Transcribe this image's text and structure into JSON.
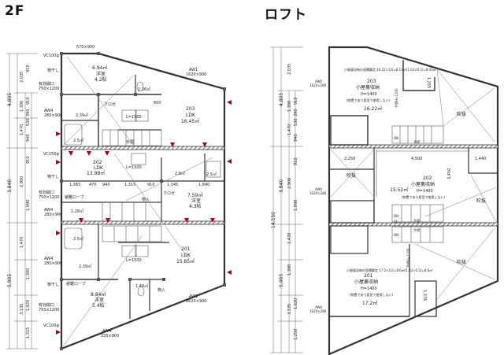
{
  "titles": {
    "floor2": "2F",
    "loft": "ロフト"
  },
  "colors": {
    "wall": "#333333",
    "marker": "#a0003c"
  },
  "floor2": {
    "units": [
      {
        "no": "203",
        "type": "LDK",
        "area": "16.45㎡"
      },
      {
        "no": "202",
        "type": "LDK",
        "area": "13.98㎡"
      },
      {
        "no": "201",
        "type": "LDK",
        "area": "15.85㎡"
      }
    ],
    "rooms": {
      "r203_western": {
        "area": "6.94㎡",
        "name": "洋室",
        "size": "4.2帖"
      },
      "r202_western": {
        "area": "7.59㎡",
        "name": "洋室",
        "size": "4.3帖"
      },
      "r201_western": {
        "area": "8.84㎡",
        "name": "洋室",
        "size": "5.4帖"
      },
      "toilet203": "1.26㎡",
      "toilet201": "1.40㎡",
      "wash203": "2.39㎡",
      "bath203": "2.5㎡",
      "wash202": "2.8㎡",
      "bath202": "1.28㎡",
      "wash201": "2.39㎡",
      "bath201": "2.5㎡",
      "ut202": "2.5㎡"
    },
    "labels": {
      "dryer": "物干し",
      "opening": "有効開口",
      "opening_size": "750×1200",
      "escape_rope": "避難ローブ",
      "closet": "物入",
      "kitchen": "L=1500",
      "handrail": "手摺",
      "closet2": "クロゼ",
      "vc100": "VC100φ",
      "vc150": "VC150φ",
      "aw4": "AW4",
      "aw4_size": "280×900",
      "aw1": "AW1",
      "aw1_size": "1620×900",
      "aw4b_size": "335×900",
      "top_dim": "570×900",
      "dim_600": "600"
    },
    "mid_dims": [
      "1,365",
      "475",
      "940",
      "1,315",
      "910",
      "1,345",
      "1,840"
    ],
    "left_dims_outer": [
      "4,805",
      "3,840",
      "5,905"
    ],
    "left_dims_mid": [
      "2,035",
      "1,300",
      "1,470",
      "910",
      "2,900",
      "1,470",
      "1,300",
      "1,620",
      "1,315",
      "3,135"
    ],
    "left_dims_inner": [
      "910",
      "390",
      "530",
      "940",
      "910",
      "1,990",
      "940",
      "390",
      "910"
    ]
  },
  "loft": {
    "units": [
      {
        "no": "203",
        "name": "小屋裏収納",
        "height": "H=1400",
        "note": "(物置であり居室で使用しない)",
        "area": "16.22㎡",
        "calc": "小屋裏収納の面積算定 16.22×1/2=8.11㎡(1.62×0.2)=8.45㎡"
      },
      {
        "no": "202",
        "name": "小屋裏収納",
        "height": "H=1400",
        "note": "(物置であり居室で使用しない)",
        "area": "15.52㎡"
      },
      {
        "no": "201",
        "name": "小屋裏収納",
        "height": "H=1400",
        "note": "(物置であり居室で使用しない)",
        "area": "17.2㎡",
        "calc": "小屋裏収納の面積算定 17.2×1/2=8.6㎡(1.62×0.2)=8.6㎡"
      }
    ],
    "void": "吹抜",
    "handrail": "手摺",
    "handrail_h": "手摺H=1100",
    "dn": "DN",
    "steps": "11",
    "window": "AW6",
    "window_size": "1620×280",
    "dims_top": [
      "2,250",
      "4,500",
      "1,440"
    ],
    "dim_v1": "1,255",
    "dim_v2": "3,450",
    "dim_v3": "1,376",
    "total": "14,550",
    "left_dims_outer": [
      "4,805",
      "3,840",
      "5,905"
    ],
    "left_dims_mid": [
      "2,035",
      "1,300",
      "1,470",
      "910",
      "2,900",
      "1,470",
      "1,300",
      "3,135"
    ],
    "left_dims_inner": [
      "910",
      "390",
      "530",
      "940",
      "910",
      "1,990",
      "940",
      "1,620",
      "1,250"
    ]
  }
}
